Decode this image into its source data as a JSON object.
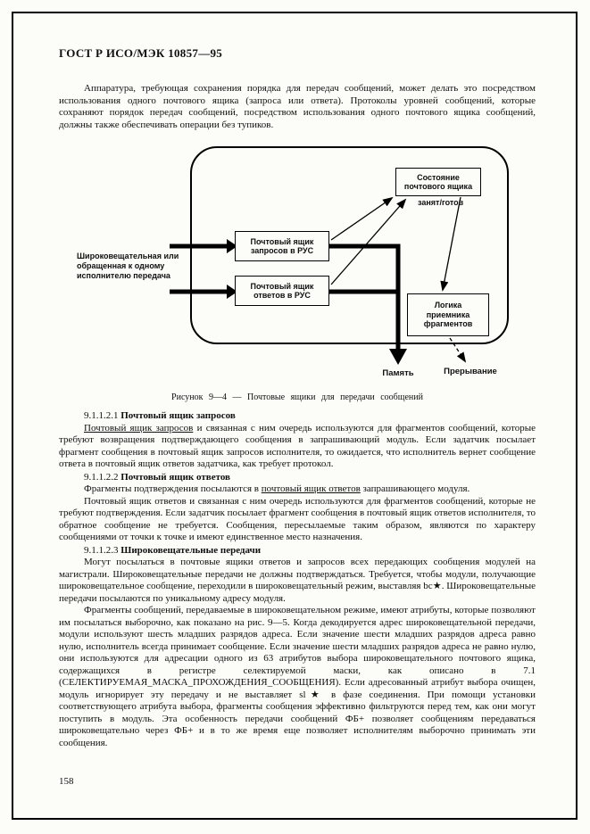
{
  "page": {
    "header": "ГОСТ Р ИСО/МЭК 10857—95",
    "page_number": "158"
  },
  "intro": "Аппаратура, требующая сохранения порядка для передач сообщений, может делать это посредством использования одного почтового ящика (запроса или ответа). Протоколы уровней сообщений, которые сохраняют порядок передач сообщений, посредством использования одного почтового ящика сообщений, должны также обеспечивать операции без тупиков.",
  "figure": {
    "caption": "Рисунок 9—4 — Почтовые ящики для передачи сообщений",
    "left_label": "Широковещательная или\nобращенная к одному\nисполнителю передача",
    "boxes": {
      "status": "Состояние\nпочтового ящика",
      "request": "Почтовый ящик\nзапросов в РУС",
      "response": "Почтовый ящик\nответов в РУС",
      "logic": "Логика\nприемника\nфрагментов"
    },
    "labels": {
      "busy_ready": "занят/готов",
      "memory": "Память",
      "interrupt": "Прерывание"
    }
  },
  "s1": {
    "heading_num": "9.1.1.2.1",
    "heading_title": "Почтовый ящик запросов",
    "p1_u": "Почтовый ящик запросов",
    "p1_rest": " и связанная с ним очередь используются для фрагментов сообщений, которые требуют возвращения подтверждающего сообщения в запрашивающий модуль. Если задатчик посылает фрагмент сообщения в почтовый ящик запросов исполнителя, то ожидается, что исполнитель вернет сообщение ответа в почтовый ящик ответов задатчика, как требует протокол."
  },
  "s2": {
    "heading_num": "9.1.1.2.2",
    "heading_title": "Почтовый ящик ответов",
    "p1_a": "Фрагменты подтверждения посылаются в ",
    "p1_u": "почтовый ящик ответов",
    "p1_b": " запрашивающего модуля.",
    "p2": "Почтовый ящик ответов и связанная с ним очередь используются для фрагментов сообщений, которые не требуют подтверждения. Если задатчик посылает фрагмент сообщения в почтовый ящик ответов исполнителя, то обратное сообщение не требуется. Сообщения, пересылаемые таким образом, являются по характеру сообщениями от точки к точке и имеют единственное место назначения."
  },
  "s3": {
    "heading_num": "9.1.1.2.3",
    "heading_title": "Широковещательные передачи",
    "p1": "Могут посылаться в почтовые ящики ответов и запросов всех передающих сообщения модулей на магистрали. Широковещательные передачи не должны подтверждаться. Требуется, чтобы модули, получающие широковещательное сообщение, переходили в широковещательный режим, выставляя bc★. Широковещательные передачи посылаются по уникальному адресу модуля.",
    "p2": "Фрагменты сообщений, передаваемые в широковещательном режиме, имеют атрибуты, которые позволяют им посылаться выборочно, как показано на рис. 9—5. Когда декодируется адрес широковещательной передачи, модули используют шесть младших разрядов адреса. Если значение шести младших разрядов адреса равно нулю, исполнитель всегда принимает сообщение. Если значение шести младших разрядов адреса не равно нулю, они используются для адресации одного из 63 атрибутов выбора широковещательного почтового ящика, содержащихся в регистре селектируемой маски, как описано в 7.1 (СЕЛЕКТИРУЕМАЯ_МАСКА_ПРОХОЖДЕНИЯ_СООБЩЕНИЯ). Если адресованный атрибут выбора очищен, модуль игнорирует эту передачу и не выставляет sl★ в фазе соединения. При помощи установки соответствующего атрибута выбора, фрагменты сообщения эффективно фильтруются перед тем, как они могут поступить в модуль. Эта особенность передачи сообщений ФБ+ позволяет сообщениям передаваться широковещательно через ФБ+ и в то же время еще позволяет исполнителям выборочно принимать эти сообщения."
  }
}
